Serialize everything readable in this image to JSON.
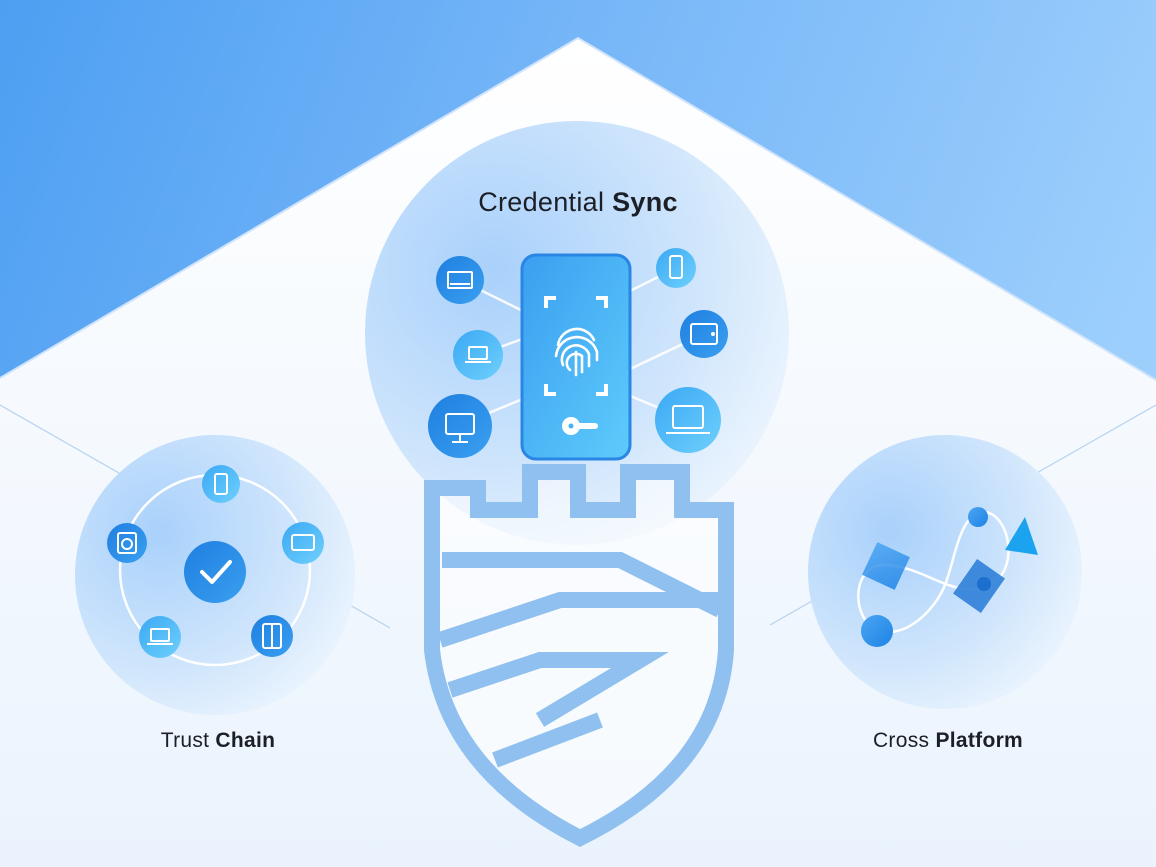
{
  "sections": {
    "credential_sync": {
      "light": "Credential",
      "bold": "Sync"
    },
    "trust_chain": {
      "light": "Trust",
      "bold": "Chain"
    },
    "cross_platform": {
      "light": "Cross",
      "bold": "Platform"
    }
  },
  "colors": {
    "sky_top": "#4d9ff2",
    "sky_right": "#8cc6fb",
    "accent": "#2a8ae8",
    "accent_light": "#5cc3fa",
    "shield": "#8fc0ef"
  }
}
